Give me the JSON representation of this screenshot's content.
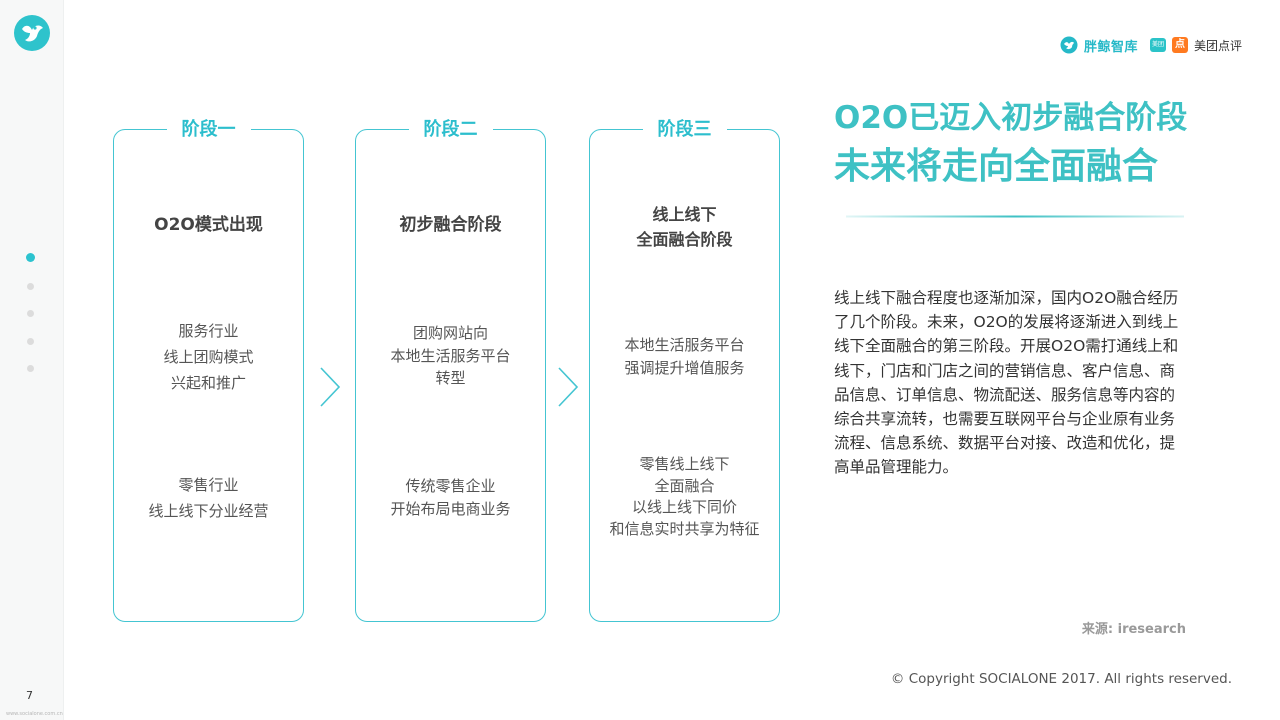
{
  "page": {
    "number": "7",
    "url": "www.socialone.com.cn"
  },
  "nav": {
    "dots": 5,
    "active": 0
  },
  "brand": {
    "name1": "胖鲸智库",
    "mt_tag": "美团",
    "dp_tag": "点",
    "name2": "美团点评"
  },
  "stages": [
    {
      "label": "阶段一",
      "title": [
        "O2O模式出现"
      ],
      "groups": [
        [
          "服务行业",
          "线上团购模式",
          "兴起和推广"
        ],
        [
          "零售行业",
          "线上线下分业经营"
        ]
      ]
    },
    {
      "label": "阶段二",
      "title": [
        "初步融合阶段"
      ],
      "groups": [
        [
          "团购网站向",
          "本地生活服务平台",
          "转型"
        ],
        [
          "传统零售企业",
          "开始布局电商业务"
        ]
      ]
    },
    {
      "label": "阶段三",
      "title": [
        "线上线下",
        "全面融合阶段"
      ],
      "groups": [
        [
          "本地生活服务平台",
          "强调提升增值服务"
        ],
        [
          "零售线上线下",
          "全面融合",
          "以线上线下同价",
          "和信息实时共享为特征"
        ]
      ]
    }
  ],
  "heading": {
    "line1": "O2O已迈入初步融合阶段",
    "line2": "未来将走向全面融合"
  },
  "body": "线上线下融合程度也逐渐加深，国内O2O融合经历了几个阶段。未来，O2O的发展将逐渐进入到线上线下全面融合的第三阶段。开展O2O需打通线上和线下，门店和门店之间的营销信息、客户信息、商品信息、订单信息、物流配送、服务信息等内容的综合共享流转，也需要互联网平台与企业原有业务流程、信息系统、数据平台对接、改造和优化，提高单品管理能力。",
  "source": "来源: iresearch",
  "copyright": "© Copyright SOCIALONE 2017. All rights reserved.",
  "colors": {
    "accent": "#2cbecd",
    "heading": "#3ec1c4",
    "text": "#333333"
  }
}
